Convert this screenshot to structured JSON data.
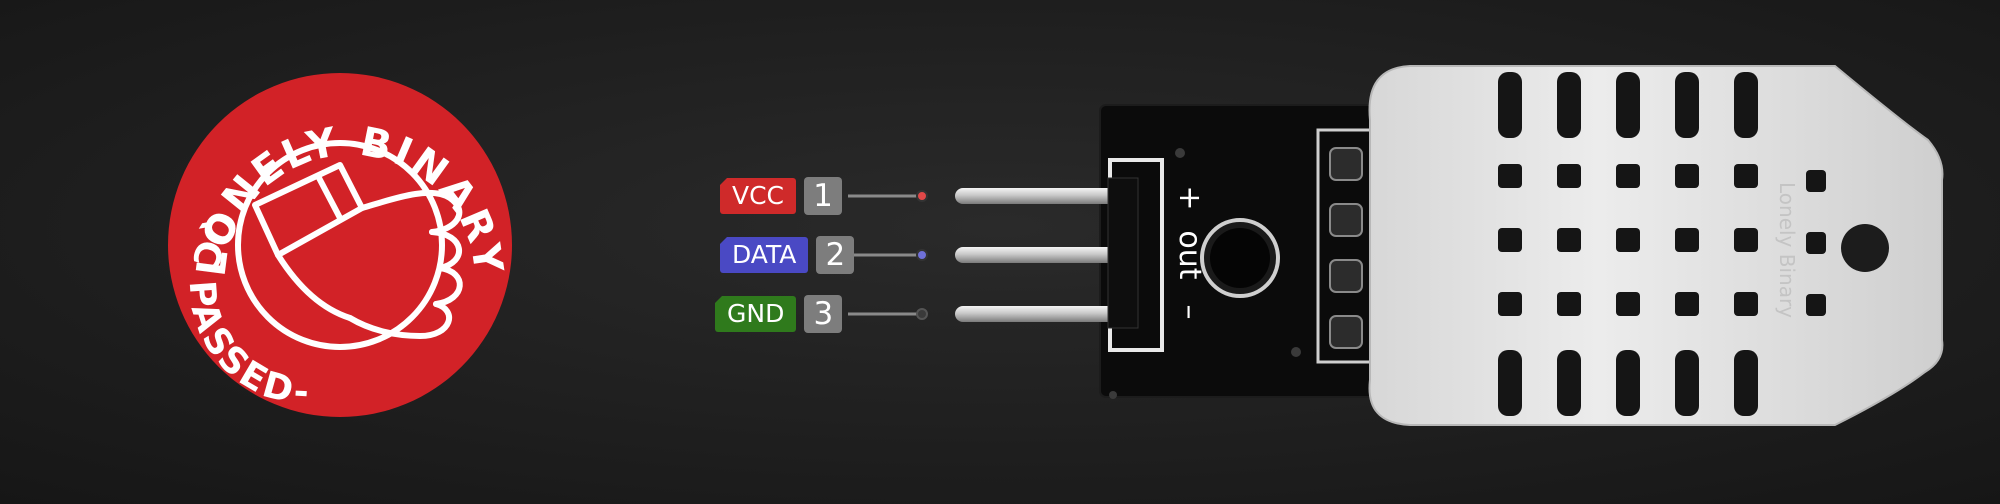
{
  "badge": {
    "text_top": "LONELY BINARY",
    "text_bottom": "QC PASSED-",
    "color": "#d22227"
  },
  "pins": [
    {
      "name": "VCC",
      "number": "1",
      "color": "#cf2a2a",
      "dot_color": "#e14848"
    },
    {
      "name": "DATA",
      "number": "2",
      "color": "#4a49c4",
      "dot_color": "#6f70d8"
    },
    {
      "name": "GND",
      "number": "3",
      "color": "#2f7a1c",
      "dot_color": "#3a3a3a"
    }
  ],
  "pcb_silkscreen": {
    "plus": "+",
    "out": "out",
    "minus": "–"
  },
  "sensor": {
    "brand": "Lonely Binary"
  }
}
